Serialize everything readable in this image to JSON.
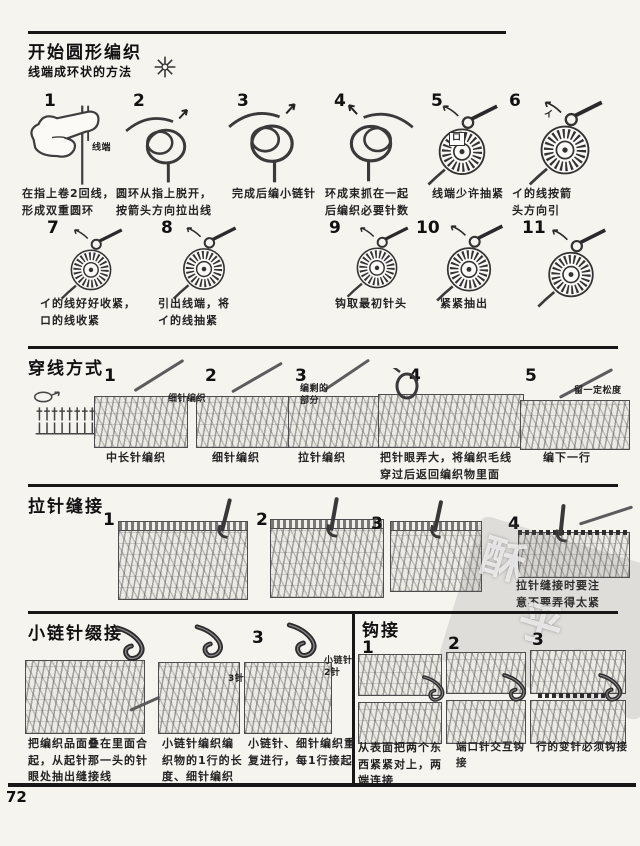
{
  "page": {
    "number": "72"
  },
  "watermark": {
    "glyphs": [
      "酥",
      "乎",
      "鸿"
    ]
  },
  "sections": {
    "s1": {
      "title": "开始圆形编织",
      "subtitle": "线端成环状的方法",
      "labels": {
        "thread_end": "线端",
        "i": "イ",
        "ro": "ロ"
      },
      "steps": [
        {
          "num": "1",
          "caption": "在指上卷2回线，\n形成双重圆环"
        },
        {
          "num": "2",
          "caption": "圆环从指上脱开，\n按箭头方向拉出线"
        },
        {
          "num": "3",
          "caption": "完成后编小链针"
        },
        {
          "num": "4",
          "caption": "环成束抓在一起\n后编织必要针数"
        },
        {
          "num": "5",
          "caption": "线端少许抽紧"
        },
        {
          "num": "6",
          "caption": "イ的线按箭\n头方向引"
        },
        {
          "num": "7",
          "caption": "イ的线好好收紧，\nロ的线收紧"
        },
        {
          "num": "8",
          "caption": "引出线端，将\nイ的线抽紧"
        },
        {
          "num": "9",
          "caption": "钩取最初针头"
        },
        {
          "num": "10",
          "caption": "紧紧抽出"
        },
        {
          "num": "11",
          "caption": ""
        }
      ]
    },
    "s2": {
      "title": "穿线方式",
      "steps": [
        {
          "num": "1",
          "caption": "中长针编织"
        },
        {
          "num": "2",
          "caption": "细针编织",
          "label": "细针编织"
        },
        {
          "num": "3",
          "caption": "拉针编织",
          "label": "编剩的\n部分"
        },
        {
          "num": "4",
          "caption": "把针眼弄大，将编织毛线\n穿过后返回编织物里面"
        },
        {
          "num": "5",
          "caption": "编下一行",
          "label": "留一定松度"
        }
      ]
    },
    "s3": {
      "title": "拉针缝接",
      "steps": [
        {
          "num": "1",
          "caption": ""
        },
        {
          "num": "2",
          "caption": ""
        },
        {
          "num": "3",
          "caption": ""
        },
        {
          "num": "4",
          "caption": "拉针缝接时要注\n意不要弄得太紧"
        }
      ]
    },
    "s4": {
      "title": "小链针缀接",
      "step3_num": "3",
      "labels": {
        "three_st": "3针",
        "chain_two": "小链针\n2针"
      },
      "captions": [
        "把编织品面叠在里面合\n起，从起针那一头的针\n眼处抽出缝接线",
        "小链针编织编\n织物的1行的长\n度、细针编织",
        "小链针、细针编织重\n复进行，每1行接起"
      ]
    },
    "s5": {
      "title": "钩接",
      "steps": [
        "1",
        "2",
        "3"
      ],
      "captions": [
        "从表面把两个东\n西紧紧对上，两\n端连接",
        "端口针交互钩接",
        "行的变针必须钩接"
      ]
    }
  }
}
